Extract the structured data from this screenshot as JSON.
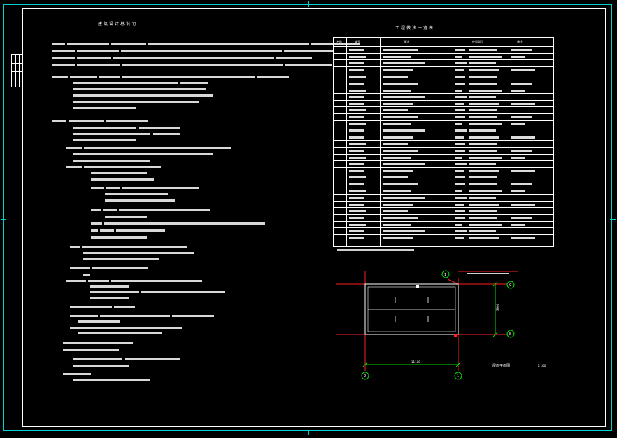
{
  "drawing": {
    "left_title": "建筑设计总说明",
    "right_title": "工程做法一览表",
    "plan_caption": "屋面平面图",
    "plan_scale": "1:100",
    "table_header": {
      "col1": "名称",
      "col2": "编号",
      "col3": "做法",
      "col4": "使用部位",
      "col5": "备注"
    }
  },
  "plan": {
    "axes": {
      "top_marker": "1",
      "right_top": "C",
      "right_bottom": "B",
      "bottom_left": "2",
      "bottom_right": "1"
    },
    "dimension_bottom": "11100",
    "dimension_right": "3900"
  },
  "colors": {
    "background": "#000000",
    "frame": "#00d0d0",
    "lines": "#ffffff",
    "axis": "#ff2020",
    "dimension": "#00e000"
  }
}
